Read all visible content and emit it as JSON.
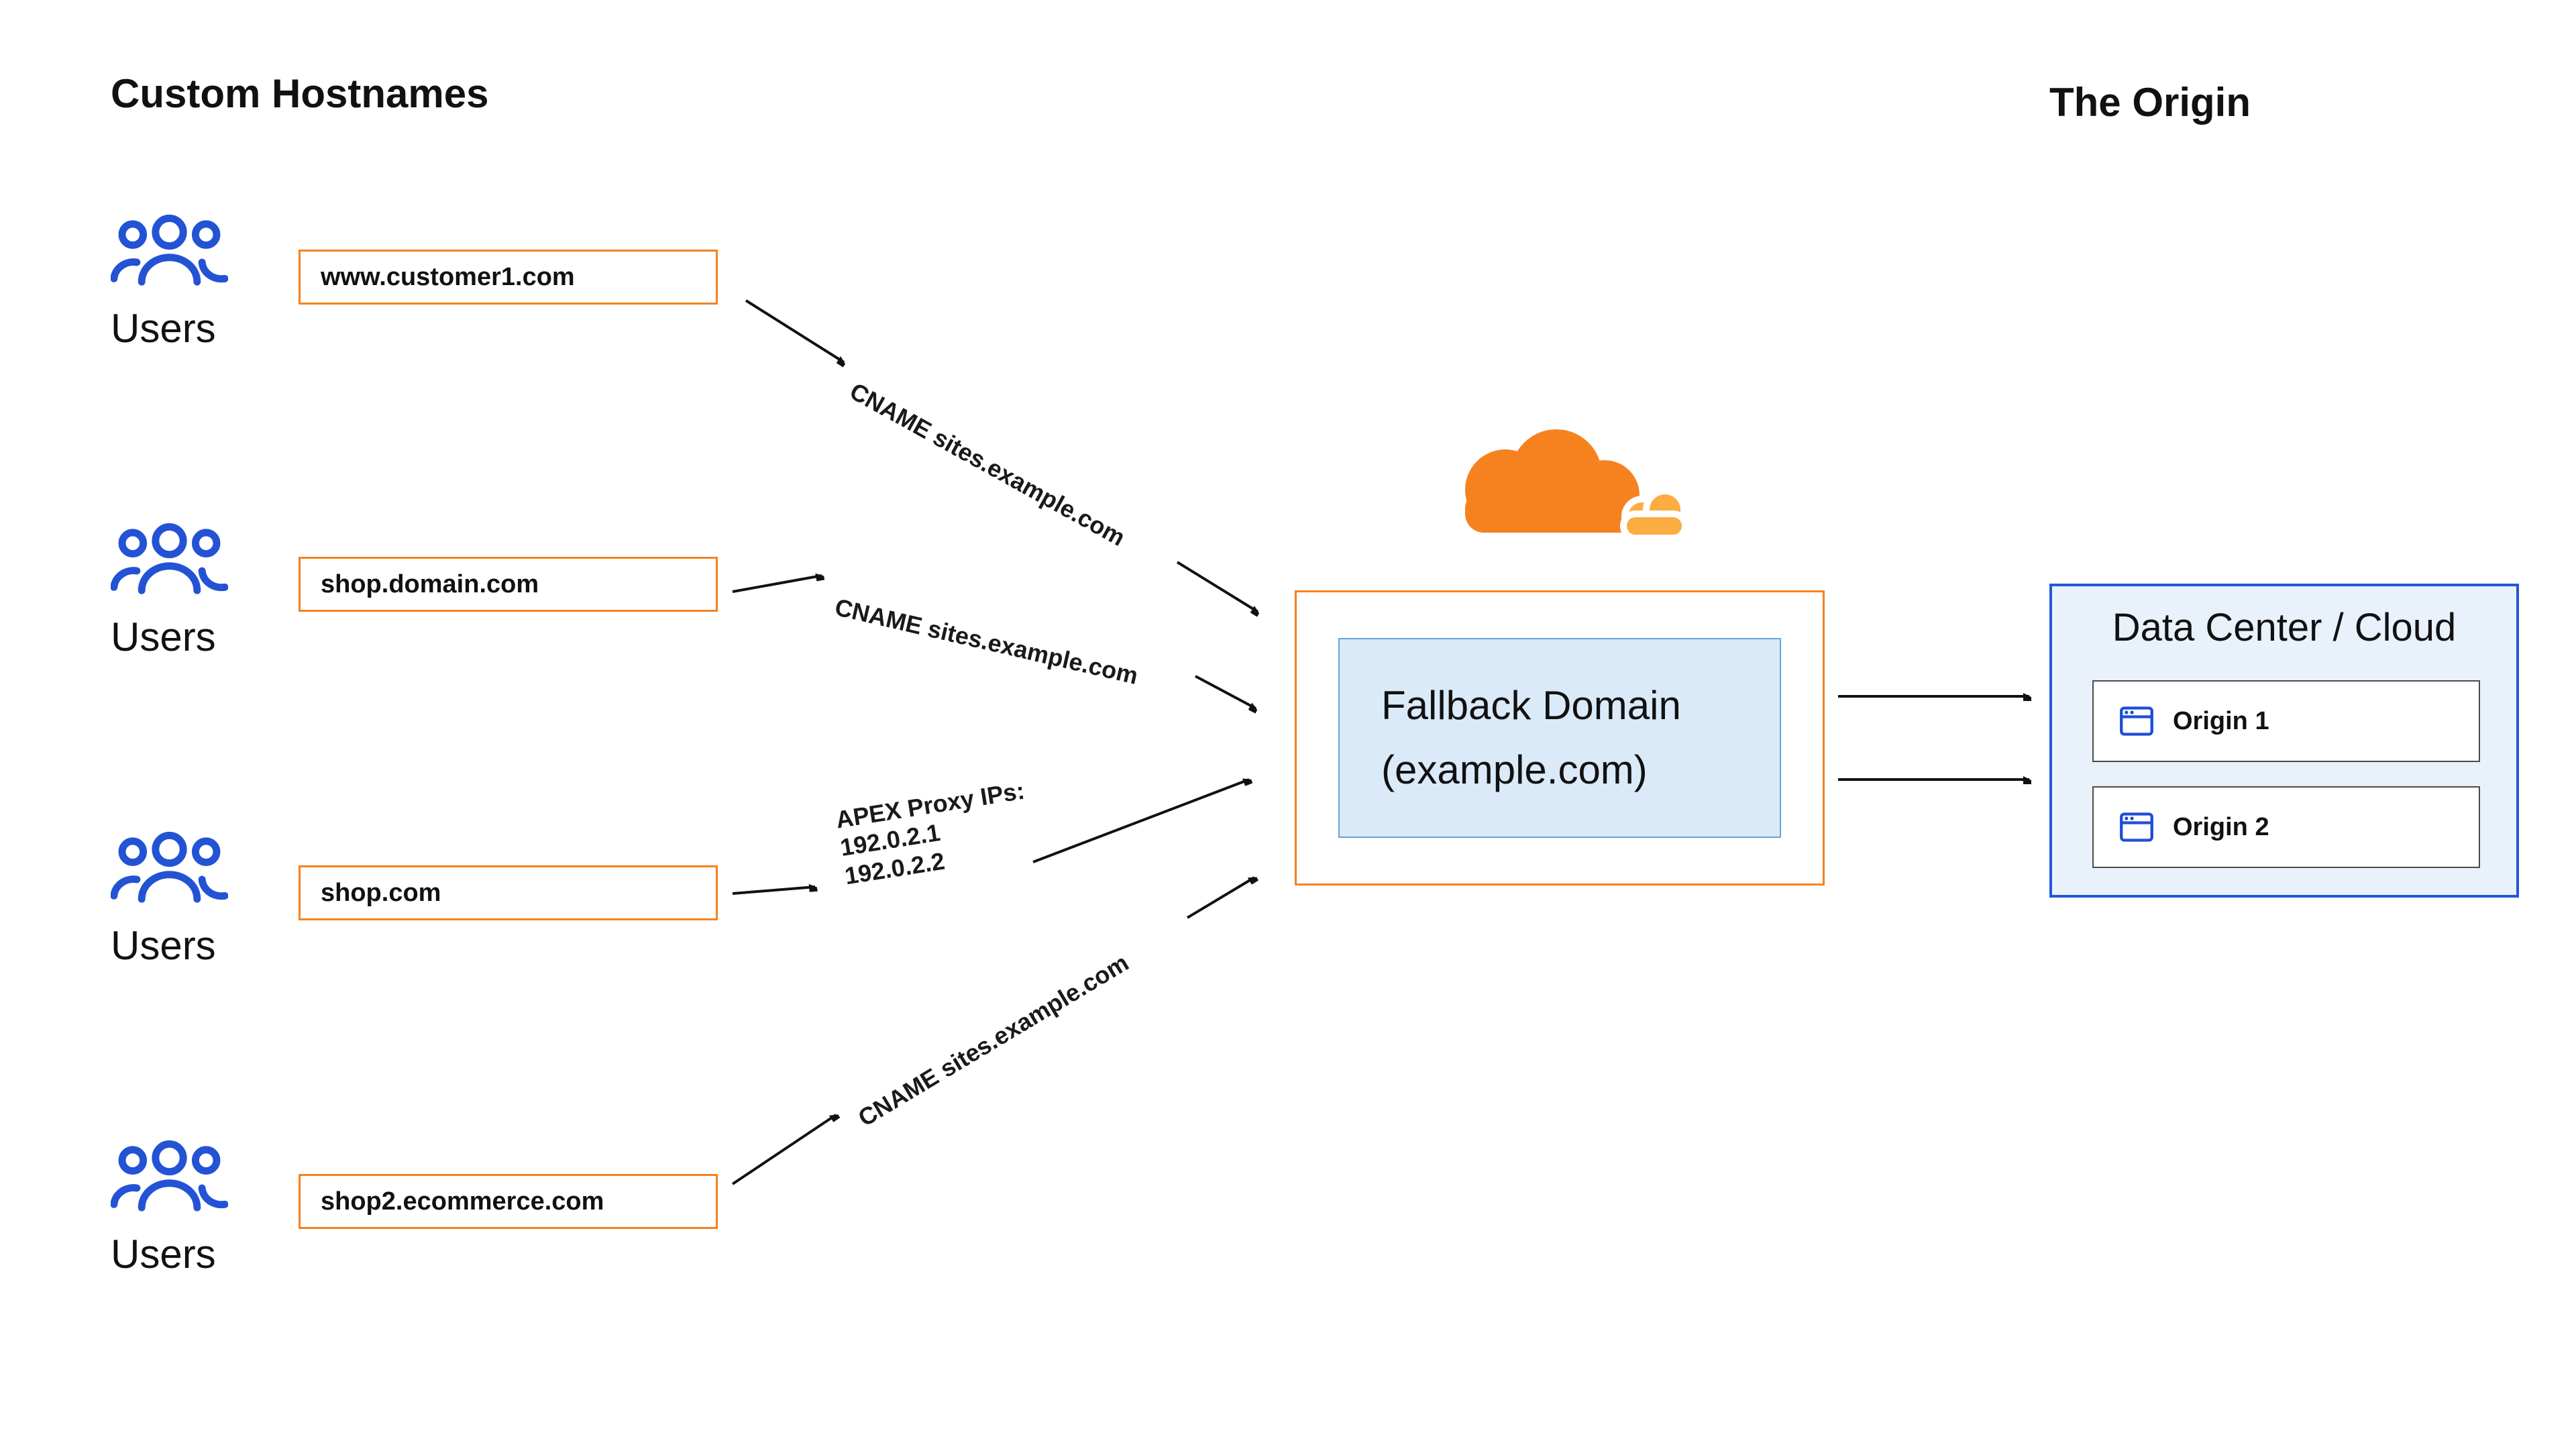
{
  "header": {
    "left_title": "Custom Hostnames",
    "right_title": "The Origin"
  },
  "user_groups": [
    {
      "label": "Users",
      "hostname": "www.customer1.com"
    },
    {
      "label": "Users",
      "hostname": "shop.domain.com"
    },
    {
      "label": "Users",
      "hostname": "shop.com"
    },
    {
      "label": "Users",
      "hostname": "shop2.ecommerce.com"
    }
  ],
  "connections": [
    {
      "label": "CNAME sites.example.com"
    },
    {
      "label": "CNAME sites.example.com"
    },
    {
      "label_lines": [
        "APEX Proxy IPs:",
        "192.0.2.1",
        "192.0.2.2"
      ]
    },
    {
      "label": "CNAME sites.example.com"
    }
  ],
  "fallback": {
    "line1": "Fallback Domain",
    "line2": "(example.com)"
  },
  "origin": {
    "title": "Data Center / Cloud",
    "servers": [
      {
        "label": "Origin 1"
      },
      {
        "label": "Origin 2"
      }
    ]
  },
  "colors": {
    "cloudflare_orange": "#F6821F",
    "cloudflare_orange_light": "#FBAD41",
    "users_blue": "#2353D4",
    "origin_panel_border": "#2457D6",
    "origin_panel_bg": "#E9F2FB",
    "fallback_bg": "#DBEAF8",
    "fallback_border": "#66A3DB",
    "arrow_color": "#111111"
  }
}
